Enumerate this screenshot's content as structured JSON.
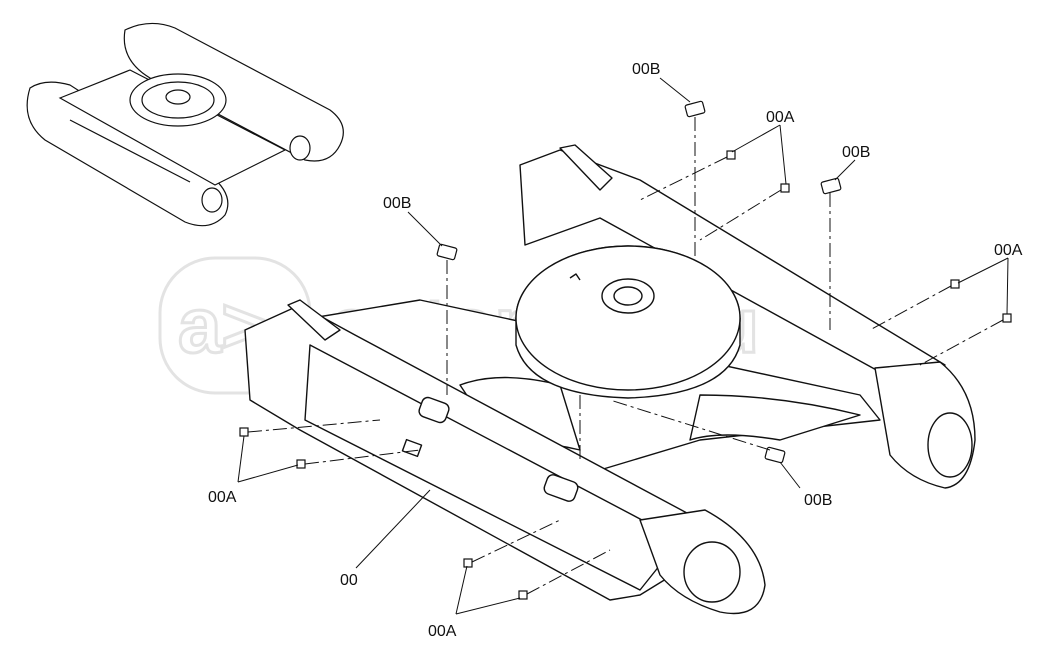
{
  "watermark": "autopiter.ru",
  "watermark_logo": "a>",
  "callouts": {
    "frame": "00",
    "b_top": "00B",
    "a_top": "00A",
    "b_right_top": "00B",
    "b_left": "00B",
    "a_right": "00A",
    "a_left": "00A",
    "b_right_bottom": "00B",
    "a_bottom": "00A"
  },
  "colors": {
    "line": "#111111",
    "fill": "#ffffff",
    "watermark": "#e3e3e3"
  }
}
